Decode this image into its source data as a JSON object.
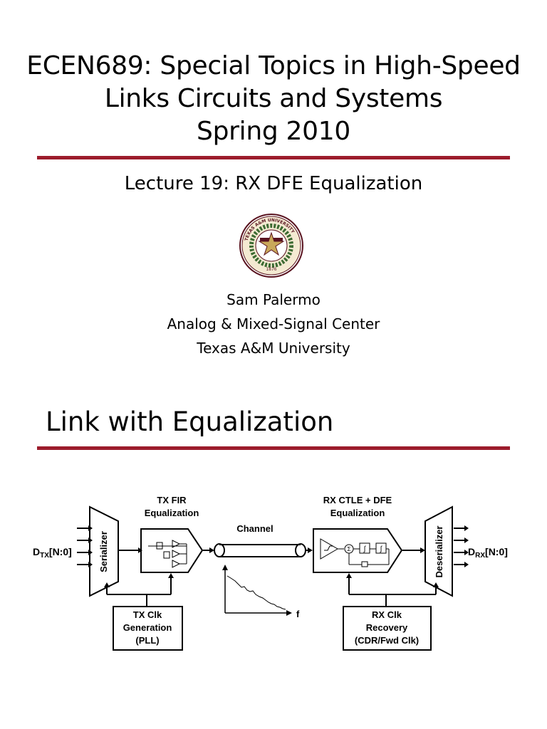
{
  "slide1": {
    "title_lines": [
      "ECEN689: Special Topics in High-Speed",
      "Links Circuits and Systems",
      "Spring 2010"
    ],
    "lecture": "Lecture 19: RX DFE Equalization",
    "seal": {
      "outer_text": "TEXAS A&M UNIVERSITY",
      "year": "1876"
    },
    "author": "Sam Palermo",
    "center": "Analog & Mixed-Signal Center",
    "university": "Texas A&M University"
  },
  "slide2": {
    "title": "Link with Equalization",
    "diagram": {
      "tx_fir_label_1": "TX FIR",
      "tx_fir_label_2": "Equalization",
      "channel_label": "Channel",
      "rx_eq_label_1": "RX CTLE + DFE",
      "rx_eq_label_2": "Equalization",
      "serializer": "Serializer",
      "deserializer": "Deserializer",
      "dtx_main": "D",
      "dtx_sub": "TX",
      "dtx_tail": "[N:0]",
      "drx_main": "D",
      "drx_sub": "RX",
      "drx_tail": "[N:0]",
      "tx_clk_1": "TX Clk",
      "tx_clk_2": "Generation",
      "tx_clk_3": "(PLL)",
      "rx_clk_1": "RX Clk",
      "rx_clk_2": "Recovery",
      "rx_clk_3": "(CDR/Fwd Clk)",
      "freq_axis": "f",
      "sum_symbol": "Σ",
      "int_symbol": "∫"
    }
  },
  "colors": {
    "rule": "#9c1c2c",
    "seal_maroon": "#5a1420",
    "seal_green": "#3d6b32",
    "seal_gold": "#c9a85a"
  }
}
